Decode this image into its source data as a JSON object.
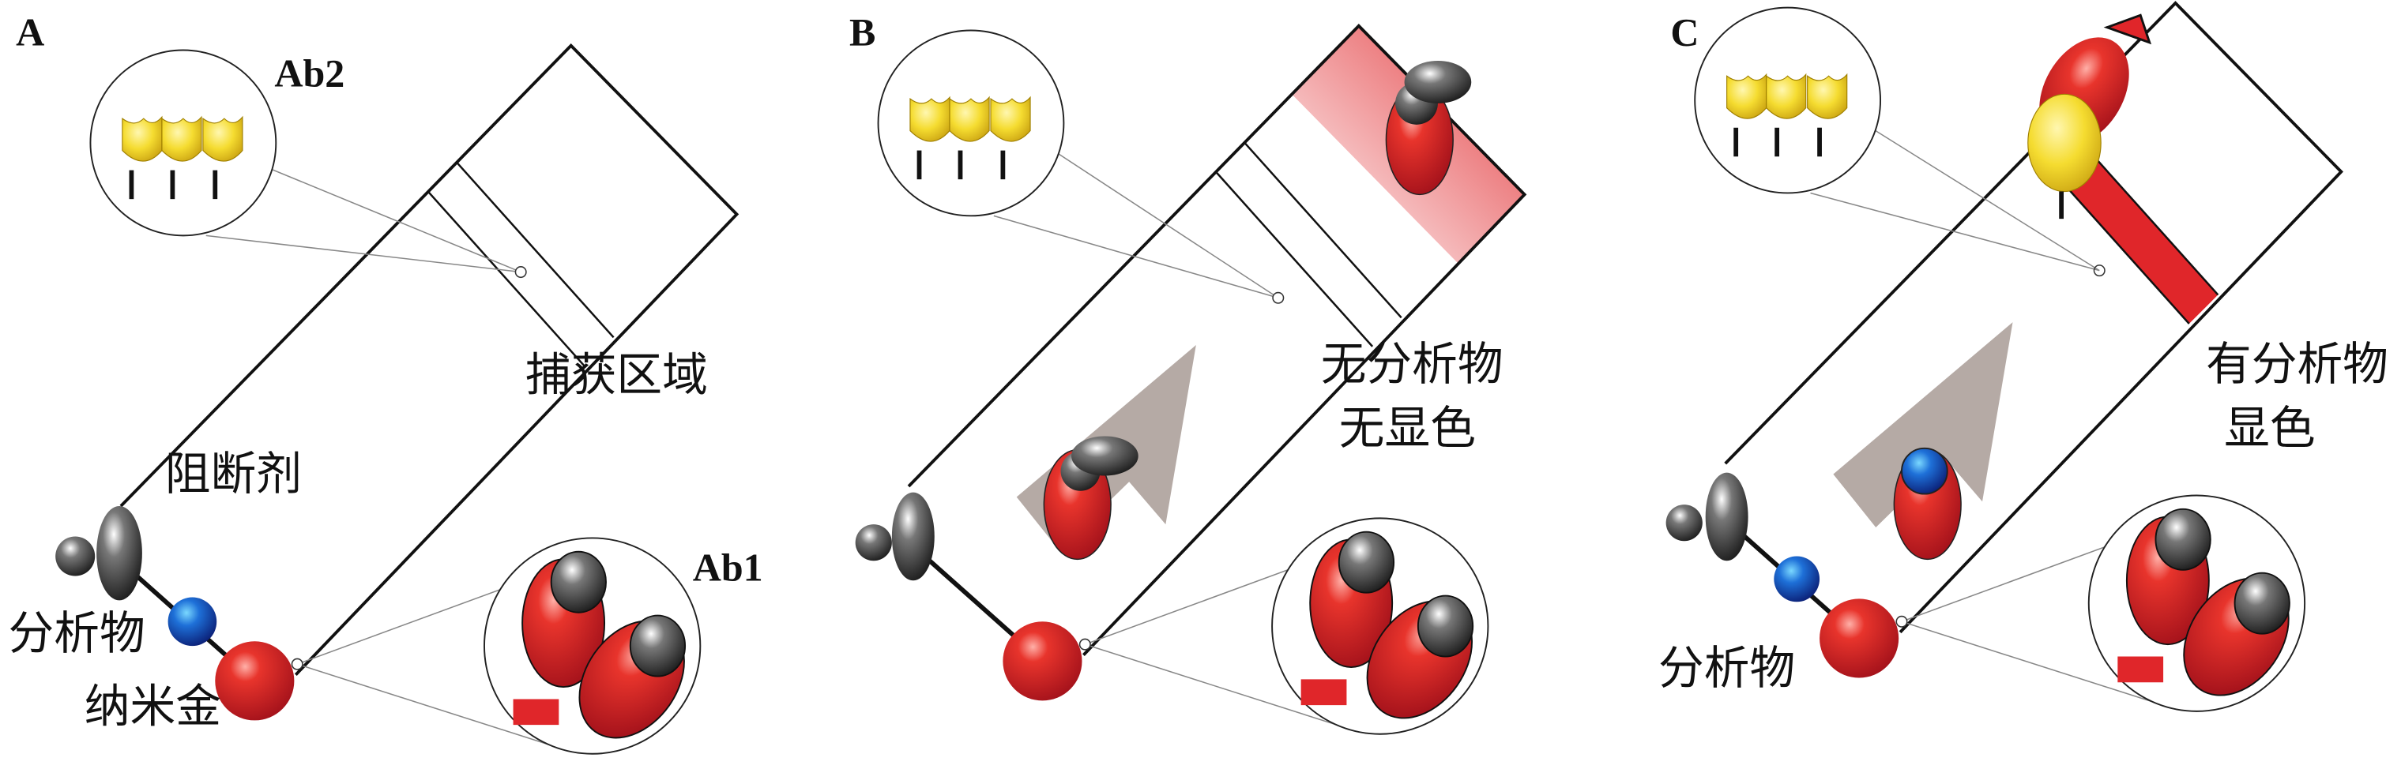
{
  "panels": [
    {
      "letter": "A",
      "labels": {
        "ab2": "Ab2",
        "ab1": "Ab1",
        "capture": "捕获区域",
        "blocker": "阻断剂",
        "analyte": "分析物",
        "gold": "纳米金"
      }
    },
    {
      "letter": "B",
      "labels": {
        "result_line1": "无分析物",
        "result_line2": "无显色"
      }
    },
    {
      "letter": "C",
      "labels": {
        "analyte": "分析物",
        "result_line1": "有分析物",
        "result_line2": "显色"
      }
    }
  ],
  "colors": {
    "gold_particle": "#e0261e",
    "analyte": "#1e50c8",
    "ab2": "#f2dc3a",
    "ab1": "#e0262a",
    "arrow": "#b5aaa5",
    "line": "#111111"
  }
}
